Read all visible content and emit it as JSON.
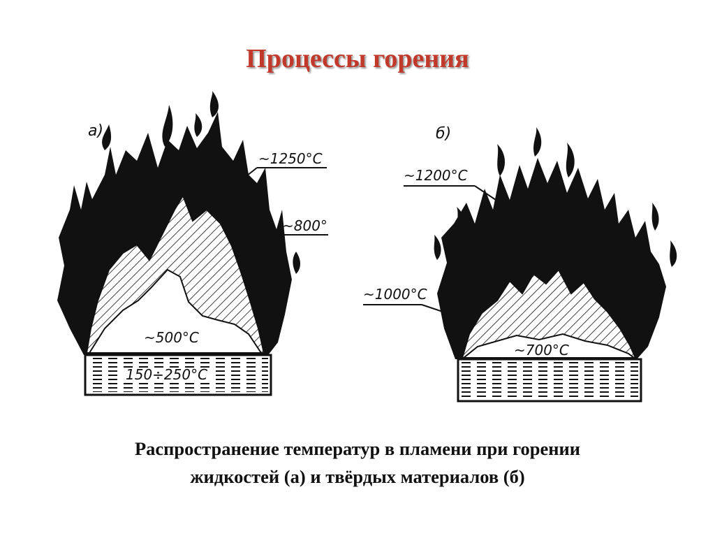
{
  "title": "Процессы горения",
  "colors": {
    "title": "#c0392b",
    "ink": "#111111"
  },
  "figures": [
    {
      "id": "a",
      "panel_label": "а)",
      "temps": {
        "top": "~1250°С",
        "middle": "~800°",
        "inner": "~500°С",
        "liquid": "150÷250°С"
      }
    },
    {
      "id": "b",
      "panel_label": "б)",
      "temps": {
        "top": "~1200°С",
        "side": "~1000°С",
        "surface": "~700°С"
      }
    }
  ],
  "caption": {
    "line1": "Распространение температур в пламени при горении",
    "line2": "жидкостей (а) и твёрдых материалов (б)"
  }
}
